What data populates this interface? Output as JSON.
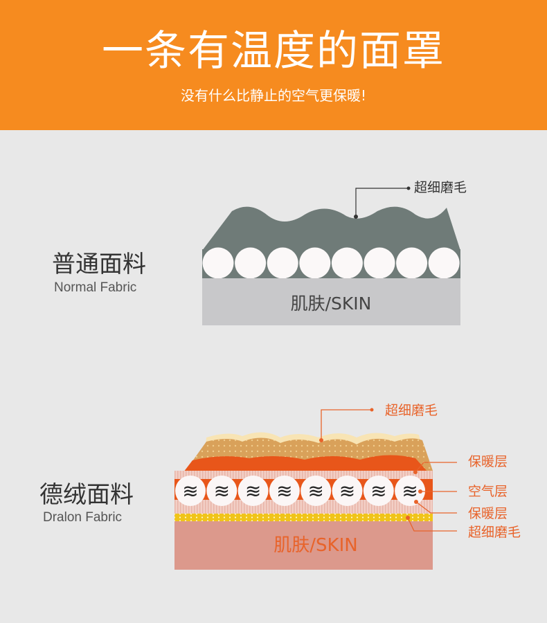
{
  "header": {
    "title": "一条有温度的面罩",
    "subtitle": "没有什么比静止的空气更保暖!"
  },
  "normal": {
    "name_cn": "普通面料",
    "name_en": "Normal Fabric",
    "label_top": "超细磨毛",
    "skin": "肌肤/SKIN"
  },
  "dralon": {
    "name_cn": "德绒面料",
    "name_en": "Dralon Fabric",
    "label_top": "超细磨毛",
    "labels": [
      "保暖层",
      "空气层",
      "保暖层",
      "超细磨毛"
    ],
    "skin": "肌肤/SKIN",
    "air_glyph": "≋"
  },
  "colors": {
    "header": "#f68b1f",
    "accent": "#e8632a",
    "gray_fabric": "#6f7b78",
    "skin_gray": "#c8c8ca",
    "skin_pink": "#dc998c"
  }
}
